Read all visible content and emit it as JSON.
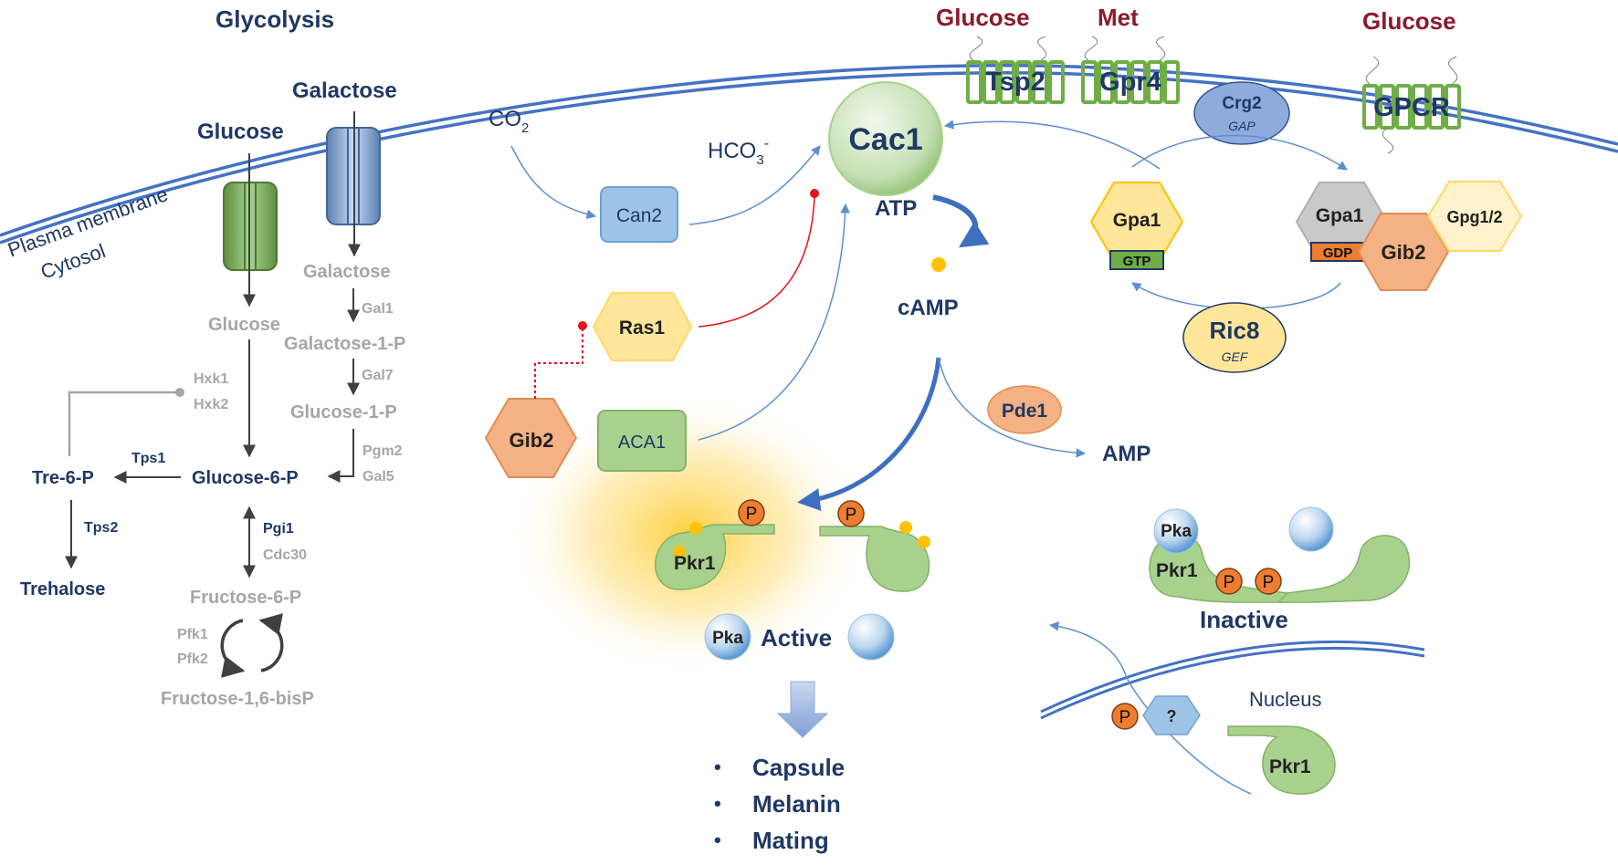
{
  "title": "Glycolysis",
  "membrane": {
    "outside": "Plasma membrane",
    "inside": "Cytosol"
  },
  "transporters": {
    "glucose_in": "Glucose",
    "galactose_in": "Galactose"
  },
  "glycolysis": {
    "galactose_cyt": "Galactose",
    "gal1": "Gal1",
    "galactose_1p": "Galactose-1-P",
    "gal7": "Gal7",
    "glucose_1p": "Glucose-1-P",
    "pgm2": "Pgm2",
    "gal5": "Gal5",
    "glucose_cyt": "Glucose",
    "hxk1": "Hxk1",
    "hxk2": "Hxk2",
    "glucose_6p": "Glucose-6-P",
    "tps1": "Tps1",
    "tre6p": "Tre-6-P",
    "tps2": "Tps2",
    "trehalose": "Trehalose",
    "pgi1": "Pgi1",
    "cdc30": "Cdc30",
    "fructose_6p": "Fructose-6-P",
    "pfk1": "Pfk1",
    "pfk2": "Pfk2",
    "fructose_16bisp": "Fructose-1,6-bisP"
  },
  "signaling": {
    "co2": "CO",
    "co2_sub": "2",
    "hco3": "HCO",
    "hco3_sub": "3",
    "hco3_sup": "-",
    "can2": "Can2",
    "cac1": "Cac1",
    "atp": "ATP",
    "camp": "cAMP",
    "ras1": "Ras1",
    "gib2_left": "Gib2",
    "aca1": "ACA1",
    "pde1": "Pde1",
    "amp": "AMP"
  },
  "receptors": {
    "glucose_label_1": "Glucose",
    "met_label": "Met",
    "glucose_label_2": "Glucose",
    "tsp2": "Tsp2",
    "gpr4": "Gpr4",
    "gpcr": "GPCR",
    "crg2": "Crg2",
    "crg2_role": "GAP",
    "gpa1_active": "Gpa1",
    "gtp": "GTP",
    "gpa1_inactive": "Gpa1",
    "gdp": "GDP",
    "gib2_right": "Gib2",
    "gpg12": "Gpg1/2",
    "ric8": "Ric8",
    "ric8_role": "GEF"
  },
  "pka": {
    "p_symbol": "P",
    "pkr1": "Pkr1",
    "pka": "Pka",
    "active": "Active",
    "inactive": "Inactive",
    "nucleus": "Nucleus",
    "unknown": "?",
    "outcomes": [
      "Capsule",
      "Melanin",
      "Mating"
    ],
    "bullet": "•"
  },
  "colors": {
    "navy": "#1f3864",
    "maroon": "#8b1a2a",
    "membrane": "#4472c4",
    "arrow_blue": "#5b8fd0",
    "gray": "#a6a6a6",
    "green_fill": "#a9d18e",
    "orange_fill": "#f4b183",
    "yellow_fill": "#ffe699",
    "blue_fill": "#9dc3e6",
    "phospho": "#ed7d31",
    "glow": "#ffc000"
  }
}
